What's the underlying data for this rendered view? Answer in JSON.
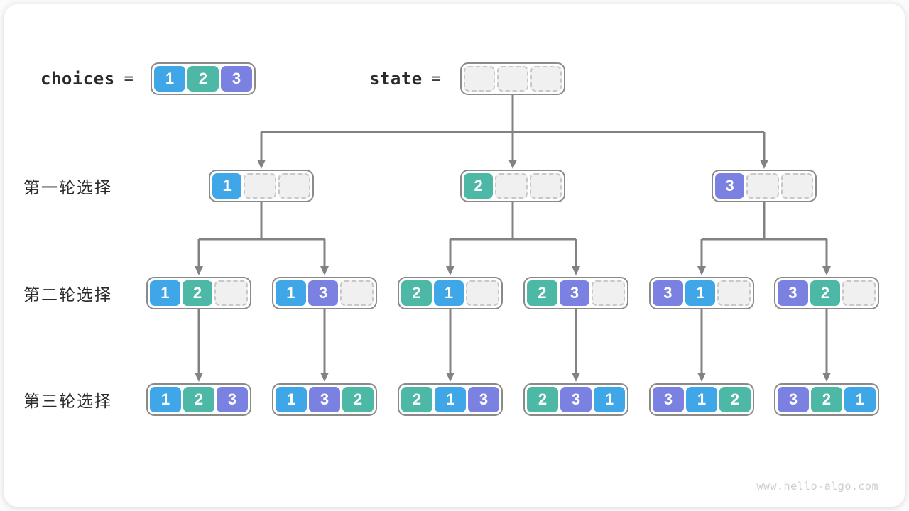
{
  "page": {
    "watermark": "www.hello-algo.com"
  },
  "colors": {
    "1": "#3fa7e8",
    "2": "#4db8a6",
    "3": "#7a81e0",
    "empty_fill": "#f0f0f1",
    "node_border": "#8a8a8a",
    "arrow": "#828282"
  },
  "header": {
    "choices_label": "choices",
    "state_label": "state",
    "equals": "=",
    "choices_values": [
      "1",
      "2",
      "3"
    ],
    "state_values": [
      "",
      "",
      ""
    ]
  },
  "rows": [
    {
      "label": "第一轮选择",
      "nodes": [
        [
          "1",
          "",
          ""
        ],
        [
          "2",
          "",
          ""
        ],
        [
          "3",
          "",
          ""
        ]
      ]
    },
    {
      "label": "第二轮选择",
      "nodes": [
        [
          "1",
          "2",
          ""
        ],
        [
          "1",
          "3",
          ""
        ],
        [
          "2",
          "1",
          ""
        ],
        [
          "2",
          "3",
          ""
        ],
        [
          "3",
          "1",
          ""
        ],
        [
          "3",
          "2",
          ""
        ]
      ]
    },
    {
      "label": "第三轮选择",
      "nodes": [
        [
          "1",
          "2",
          "3"
        ],
        [
          "1",
          "3",
          "2"
        ],
        [
          "2",
          "1",
          "3"
        ],
        [
          "2",
          "3",
          "1"
        ],
        [
          "3",
          "1",
          "2"
        ],
        [
          "3",
          "2",
          "1"
        ]
      ]
    }
  ]
}
